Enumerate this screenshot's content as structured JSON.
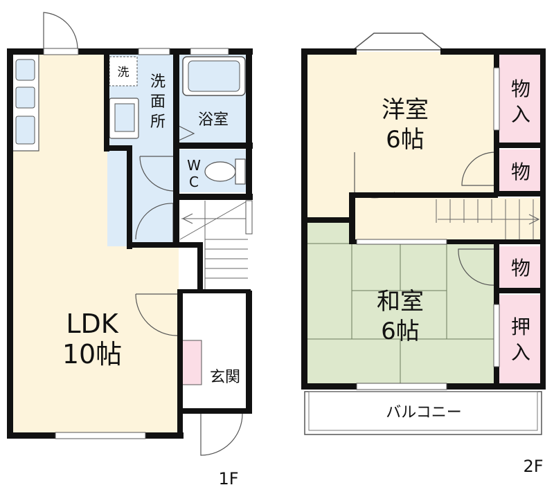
{
  "floor1": {
    "label": "1F",
    "rooms": {
      "ldk_name": "LDK",
      "ldk_size": "10帖",
      "washroom_line1": "洗",
      "washroom_line2": "面",
      "washroom_line3": "所",
      "washer_mark": "洗",
      "bath": "浴室",
      "wc_w": "W",
      "wc_c": "C",
      "entrance": "玄関"
    }
  },
  "floor2": {
    "label": "2F",
    "rooms": {
      "western_name": "洋室",
      "western_size": "6帖",
      "japanese_name": "和室",
      "japanese_size": "6帖",
      "storage1_line1": "物",
      "storage1_line2": "入",
      "storage2": "物",
      "storage3": "物",
      "closet_line1": "押",
      "closet_line2": "入",
      "balcony": "バルコニー"
    }
  },
  "colors": {
    "wall": "#111111",
    "ldk_floor": "#fdf4dc",
    "wet_area": "#dcebf8",
    "tatami": "#dde8cc",
    "storage": "#fbdde6",
    "white": "#ffffff"
  }
}
